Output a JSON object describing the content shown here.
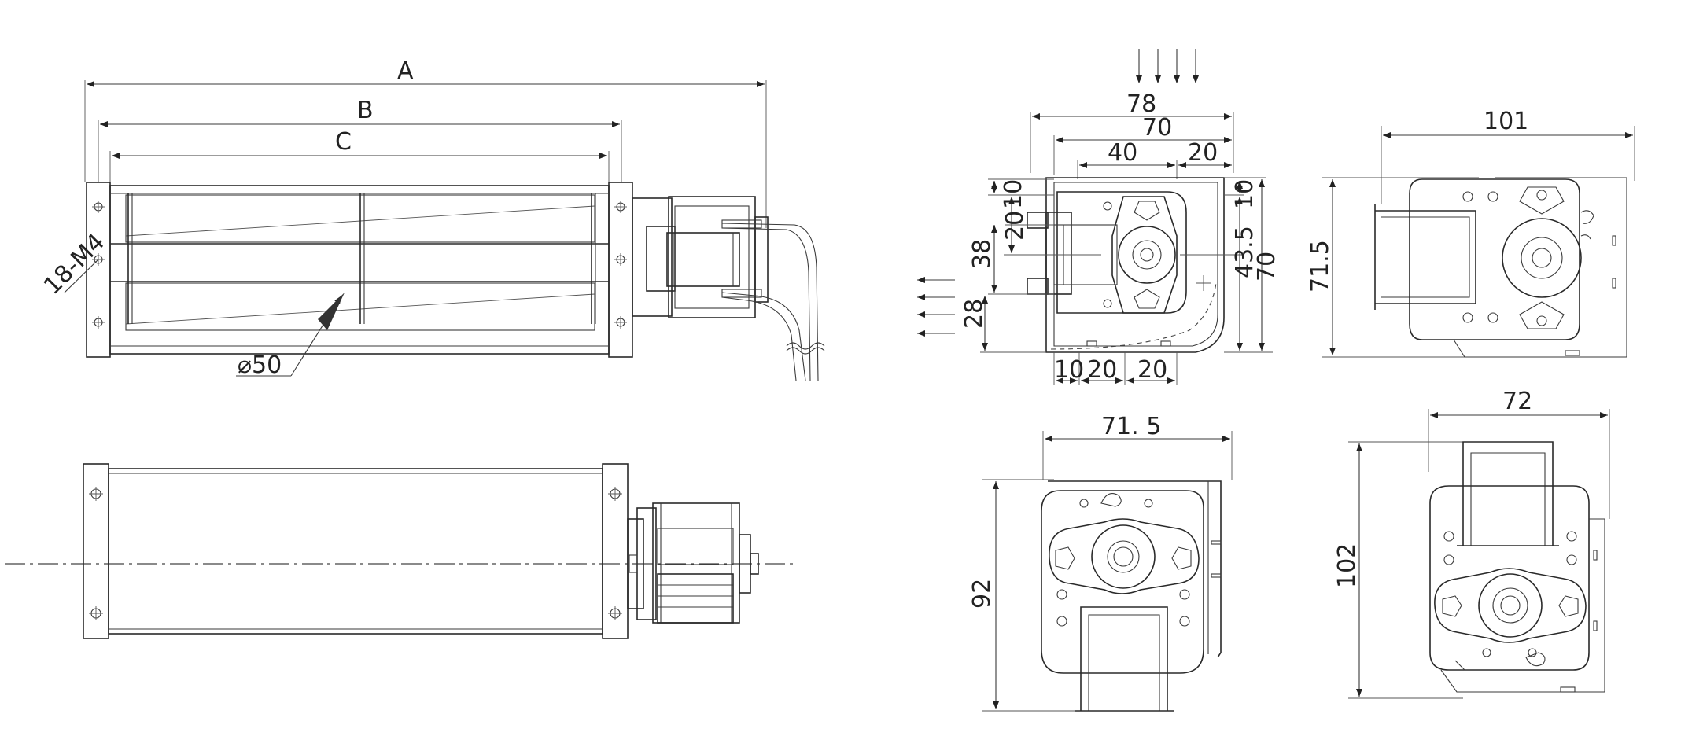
{
  "labels": {
    "A": "A",
    "B": "B",
    "C": "C",
    "screw": "18-M4",
    "diameter": "⌀50"
  },
  "front_view": {
    "w78": "78",
    "w70": "70",
    "w40": "40",
    "w20_top": "20",
    "h10_left": "10",
    "h20_left": "20",
    "h38": "38",
    "h28": "28",
    "h10_right": "10",
    "h43_5": "43.5",
    "h70": "70",
    "b10": "10",
    "b20a": "20",
    "b20b": "20"
  },
  "side_view_top": {
    "width": "101",
    "height": "71.5"
  },
  "bottom_left_view": {
    "width": "71. 5",
    "height": "92"
  },
  "bottom_right_view": {
    "width": "72",
    "height": "102"
  }
}
